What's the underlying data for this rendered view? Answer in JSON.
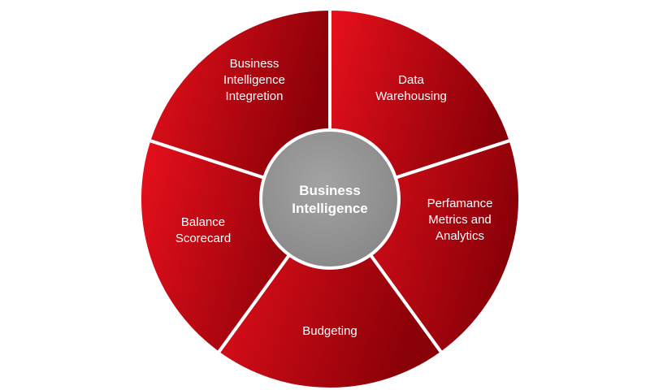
{
  "center": {
    "lines": [
      "Business",
      "Intelligence"
    ]
  },
  "segments": [
    {
      "key": "data-warehousing",
      "lines": [
        "Data",
        "Warehousing"
      ]
    },
    {
      "key": "performance-metrics",
      "lines": [
        "Perfamance",
        "Metrics and",
        "Analytics"
      ]
    },
    {
      "key": "budgeting",
      "lines": [
        "Budgeting"
      ]
    },
    {
      "key": "balance-scorecard",
      "lines": [
        "Balance",
        "Scorecard"
      ]
    },
    {
      "key": "bi-integration",
      "lines": [
        "Business",
        "Intelligence",
        "Integretion"
      ]
    }
  ],
  "colors": {
    "segment_light": "#e8101c",
    "segment_dark": "#8a0008",
    "divider": "#ffffff",
    "hub_fill": "#8f8f8f",
    "hub_stroke": "#ffffff",
    "text": "#ffffff"
  }
}
